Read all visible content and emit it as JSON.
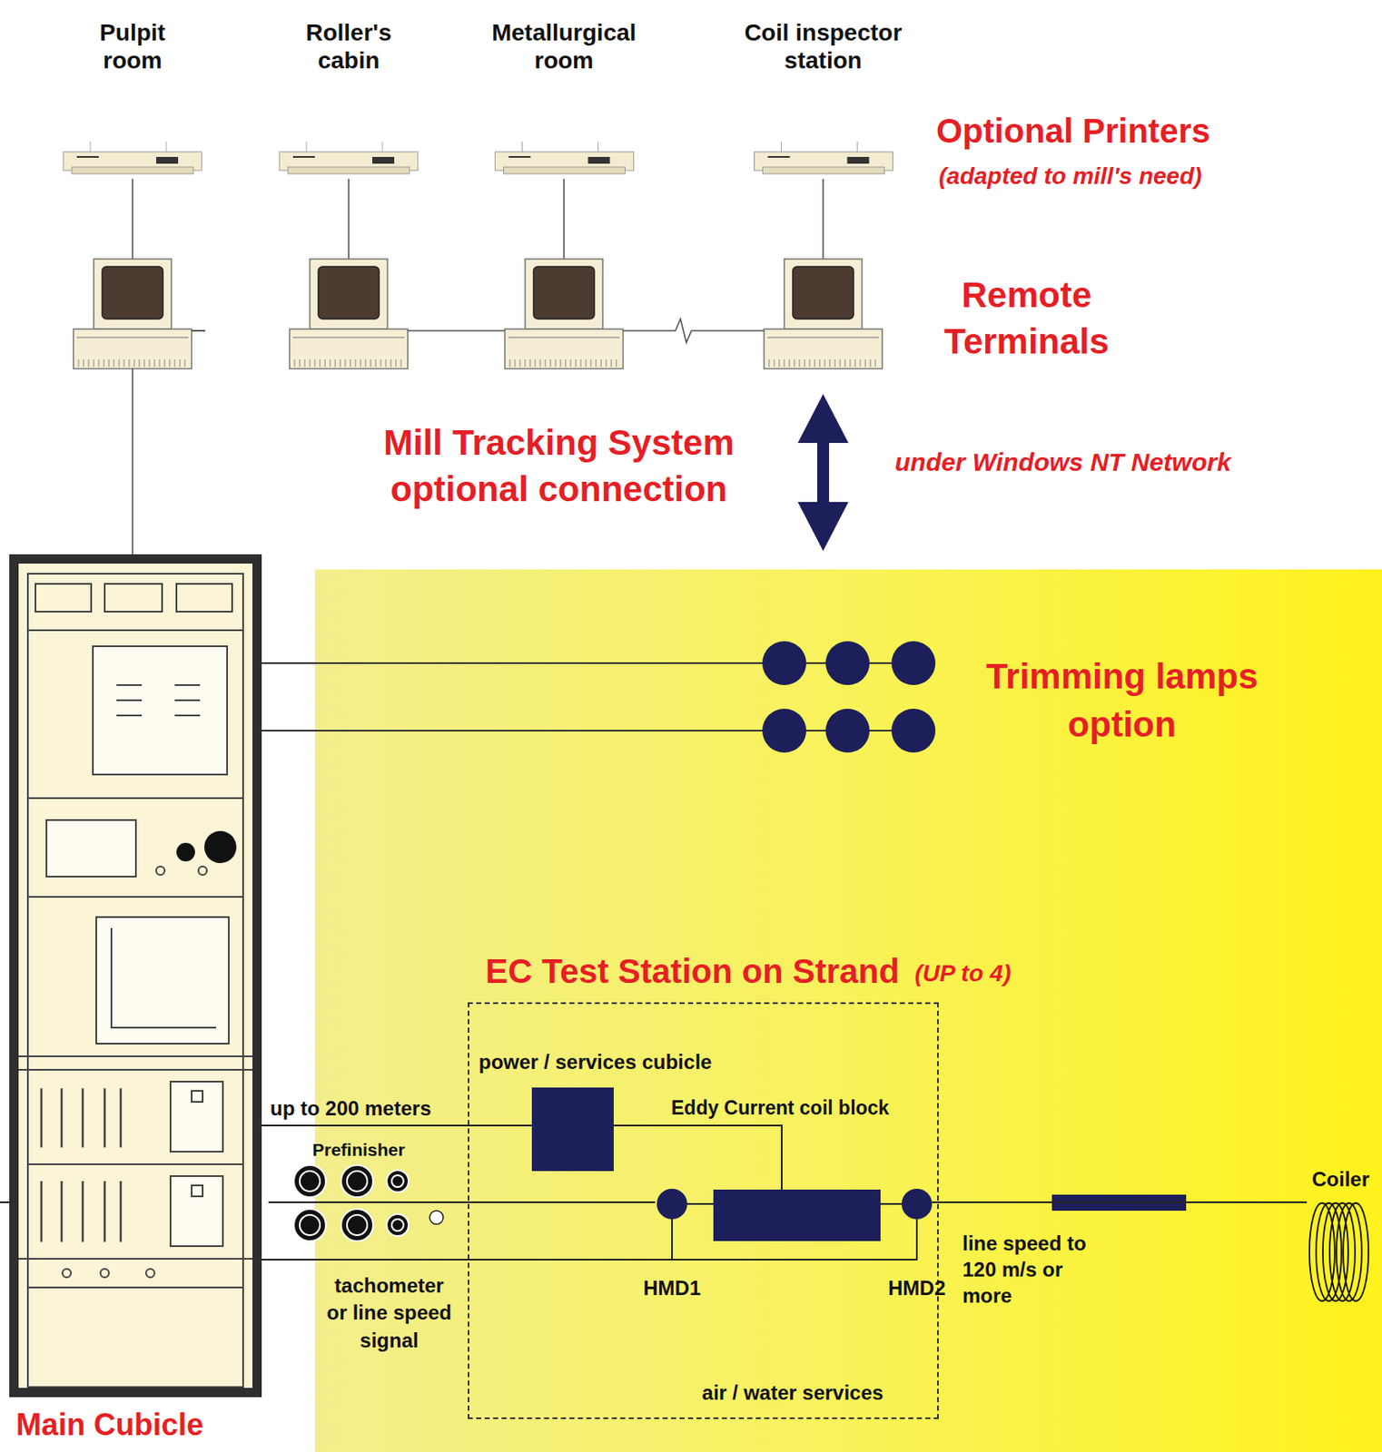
{
  "diagram": {
    "nodes": [
      {
        "text": [
          "Pulpit room"
        ]
      },
      {
        "text": [
          "Roller's cabin"
        ]
      },
      {
        "text": [
          "Metallurgical room"
        ]
      },
      {
        "text": [
          "Coil inspector station"
        ]
      },
      {
        "text": [
          "Main Cubicle"
        ]
      },
      {
        "text": [
          "EC Test Station on Strand",
          "(UP to 4)"
        ]
      },
      {
        "text": [
          "power / services cubicle"
        ],
        "in": 5
      },
      {
        "text": [
          "Eddy Current coil block"
        ],
        "in": 5
      },
      {
        "text": [
          "HMD1"
        ],
        "in": 5
      },
      {
        "text": [
          "HMD2"
        ],
        "in": 5
      },
      {
        "text": [
          "Coiler"
        ]
      }
    ],
    "edges": [
      {
        "from": 4,
        "to": 6,
        "label": "up to 200 meters",
        "arrow": "none"
      },
      {
        "from": 6,
        "to": 7,
        "arrow": "none"
      },
      {
        "from": 8,
        "to": 7,
        "arrow": "none"
      },
      {
        "from": 7,
        "to": 9,
        "arrow": "none"
      },
      {
        "from": 9,
        "to": 10,
        "arrow": "none"
      },
      {
        "from": 4,
        "to": 8,
        "arrow": "none"
      },
      {
        "from": 4,
        "to": 9,
        "arrow": "none"
      }
    ],
    "labels": [
      "Optional Printers",
      "(adapted to mill's need)",
      "Remote Terminals",
      "Mill Tracking System optional connection",
      "under Windows NT Network",
      "Trimming lamps option",
      "Prefinisher",
      "tachometer or line speed signal",
      "line speed to 120 m/s or more",
      "air / water services"
    ]
  }
}
